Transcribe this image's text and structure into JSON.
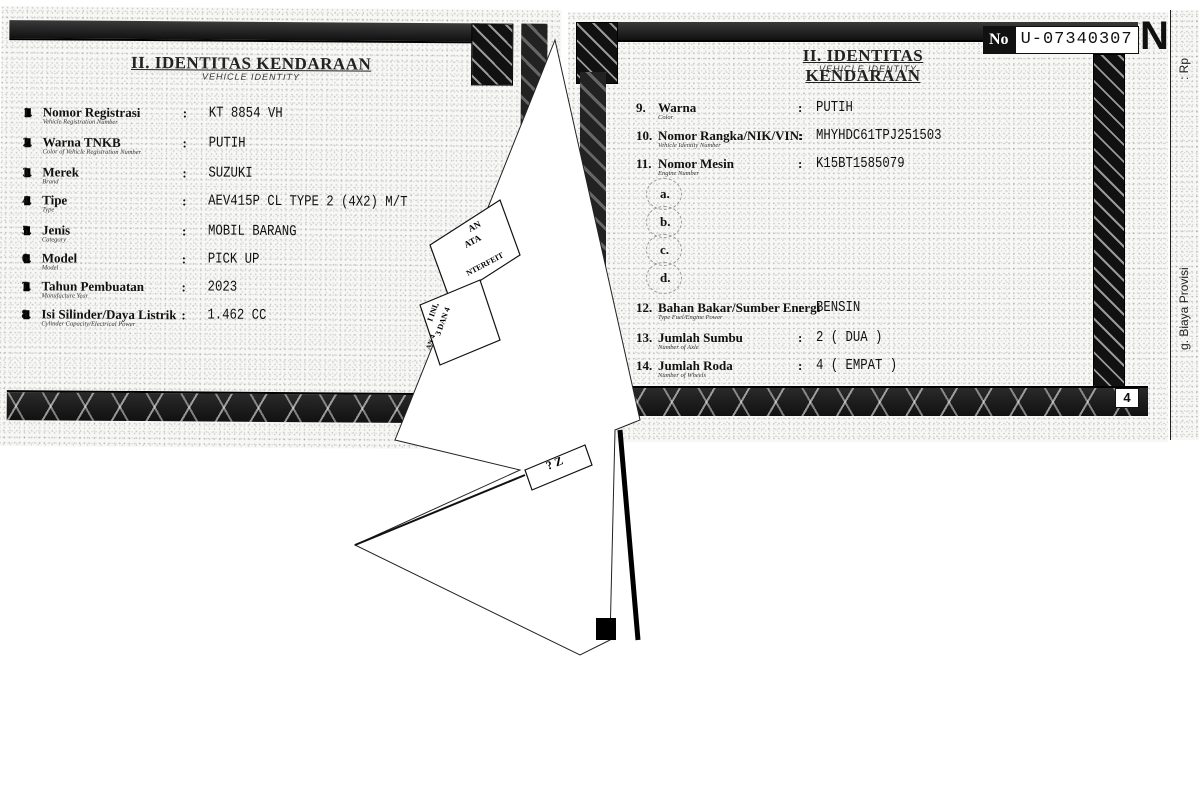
{
  "left_card": {
    "title": "II. IDENTITAS KENDARAAN",
    "subtitle": "VEHICLE IDENTITY",
    "rows": [
      {
        "num": "1.",
        "label": "Nomor Registrasi",
        "sub": "Vehicle Registration Number",
        "value": "KT 8854 VH"
      },
      {
        "num": "2.",
        "label": "Warna TNKB",
        "sub": "Color of Vehicle Registration Number",
        "value": "PUTIH"
      },
      {
        "num": "3.",
        "label": "Merek",
        "sub": "Brand",
        "value": "SUZUKI"
      },
      {
        "num": "4.",
        "label": "Tipe",
        "sub": "Type",
        "value": "AEV415P CL TYPE 2 (4X2) M/T"
      },
      {
        "num": "5.",
        "label": "Jenis",
        "sub": "Category",
        "value": "MOBIL BARANG"
      },
      {
        "num": "6.",
        "label": "Model",
        "sub": "Model",
        "value": "PICK UP"
      },
      {
        "num": "7.",
        "label": "Tahun Pembuatan",
        "sub": "Manufacture Year",
        "value": "2023"
      },
      {
        "num": "8.",
        "label": "Isi Silinder/Daya Listrik",
        "sub": "Cylinder Capacity/Electrical Power",
        "value": "1.462 CC"
      }
    ]
  },
  "right_card": {
    "title": "II. IDENTITAS KENDARAAN",
    "subtitle": "VEHICLE IDENTITY",
    "doc_no_label": "No",
    "doc_no_value": "U-07340307",
    "corner_letter": "N",
    "page_number": "4",
    "rows": [
      {
        "num": "9.",
        "label": "Warna",
        "sub": "Color",
        "value": "PUTIH"
      },
      {
        "num": "10.",
        "label": "Nomor Rangka/NIK/VIN:",
        "sub": "Vehicle Identity Number",
        "value": "MHYHDC61TPJ251503"
      },
      {
        "num": "11.",
        "label": "Nomor Mesin",
        "sub": "Engine Number",
        "value": "K15BT1585079"
      },
      {
        "num": "",
        "label": "a.",
        "sub": "",
        "value": ""
      },
      {
        "num": "",
        "label": "b.",
        "sub": "",
        "value": ""
      },
      {
        "num": "",
        "label": "c.",
        "sub": "",
        "value": ""
      },
      {
        "num": "",
        "label": "d.",
        "sub": "",
        "value": ""
      },
      {
        "num": "12.",
        "label": "Bahan Bakar/Sumber Energi",
        "sub": "Type Fuel/Engine Power",
        "value": "BENSIN"
      },
      {
        "num": "13.",
        "label": "Jumlah Sumbu",
        "sub": "Number of Axle",
        "value": "2 ( DUA )"
      },
      {
        "num": "14.",
        "label": "Jumlah Roda",
        "sub": "Number of Wheels",
        "value": "4 ( EMPAT )"
      }
    ]
  },
  "side_strip": {
    "rp_label": ": Rp",
    "biaya_label": "g.  Biaya Provisi"
  },
  "fold_fragments": {
    "line1": "AN",
    "line2": "ATA",
    "line3": "NTERFEIT",
    "line4": "I INI,",
    "line5": "3 DAN 4",
    "line6": "AN 4",
    "stamp": "? Z"
  }
}
